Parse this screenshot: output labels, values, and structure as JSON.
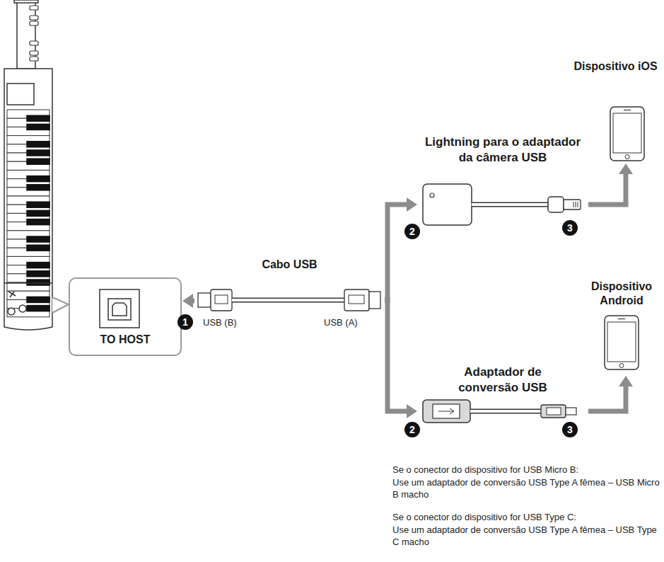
{
  "diagram": {
    "nodes": [
      {
        "text": [
          "TO HOST"
        ]
      },
      {
        "text": [
          "Cabo USB",
          "USB (B)",
          "USB (A)"
        ]
      },
      {
        "text": [
          "Lightning para o adaptador da câmera USB"
        ]
      },
      {
        "text": [
          "Dispositivo iOS"
        ]
      },
      {
        "text": [
          "Adaptador de conversão USB"
        ]
      },
      {
        "text": [
          "Dispositivo Android"
        ]
      }
    ],
    "edges": [
      {
        "from": 1,
        "to": 0,
        "arrow": "to"
      },
      {
        "from": 1,
        "to": 2,
        "arrow": "to"
      },
      {
        "from": 2,
        "to": 3,
        "arrow": "to"
      },
      {
        "from": 1,
        "to": 4,
        "arrow": "to"
      },
      {
        "from": 4,
        "to": 5,
        "arrow": "to"
      }
    ],
    "labels": [
      "1",
      "2",
      "3",
      "2",
      "3",
      "Se o conector do dispositivo for USB Micro B:",
      "Use um adaptador de conversão USB Type A fêmea – USB Micro B macho",
      "Se o conector do dispositivo for USB Type C:",
      "Use um adaptador de conversão USB Type A fêmea – USB Type C macho"
    ]
  }
}
